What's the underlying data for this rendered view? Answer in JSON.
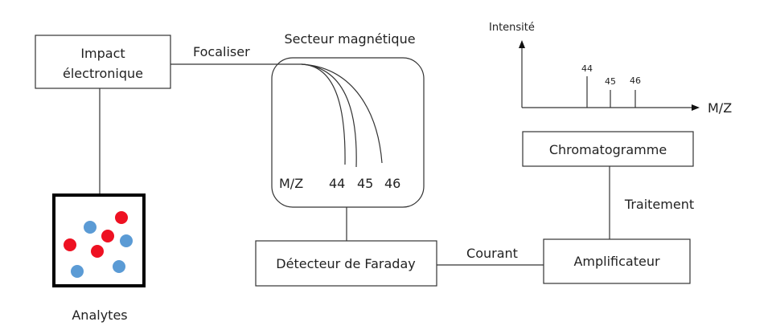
{
  "impact": {
    "line1": "Impact",
    "line2": "électronique"
  },
  "focaliser": "Focaliser",
  "secteur": {
    "title": "Secteur magnétique",
    "mz": "M/Z",
    "m44": "44",
    "m45": "45",
    "m46": "46"
  },
  "analytes": "Analytes",
  "detecteur": "Détecteur de Faraday",
  "courant": "Courant",
  "amplificateur": "Amplificateur",
  "traitement": "Traitement",
  "chromatogramme": "Chromatogramme",
  "spectrum": {
    "ylabel": "Intensité",
    "xlabel": "M/Z",
    "peaks": [
      {
        "label": "44",
        "intensity": 1.0
      },
      {
        "label": "45",
        "intensity": 0.56
      },
      {
        "label": "46",
        "intensity": 0.56
      }
    ]
  },
  "colors": {
    "red": "#ee1122",
    "blue": "#5b9bd5"
  }
}
